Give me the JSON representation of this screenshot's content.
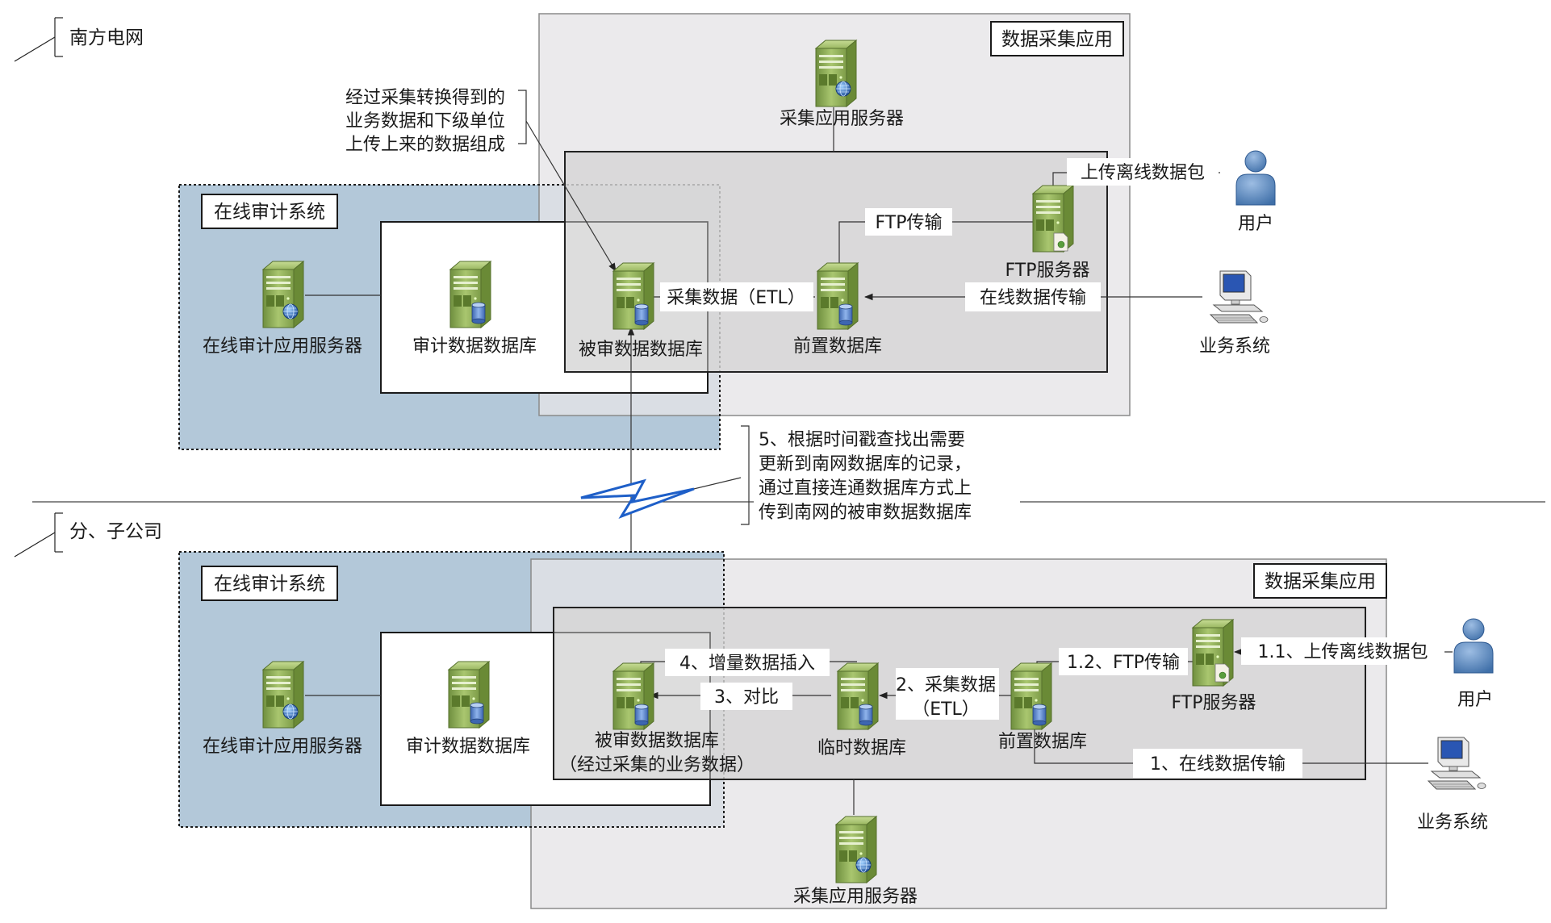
{
  "regions": {
    "top": "南方电网",
    "bottom": "分、子公司"
  },
  "colors": {
    "audit_bg": "#b3c8d9",
    "collect_bg": "#e8e6e8",
    "inner_bg": "#d6d6d6",
    "server_green": "#8fb05a",
    "person_blue": "#5b86b8",
    "lightning": "#1e5fc8"
  },
  "top": {
    "collect_app_title": "数据采集应用",
    "audit_sys_title": "在线审计系统",
    "collect_server": "采集应用服务器",
    "note_lines": [
      "经过采集转换得到的",
      "业务数据和下级单位",
      "上传上来的数据组成"
    ],
    "upload_label": "上传离线数据包",
    "user_label": "用户",
    "ftp_transfer": "FTP传输",
    "ftp_server": "FTP服务器",
    "online_transfer": "在线数据传输",
    "biz_system": "业务系统",
    "collect_etl": "采集数据（ETL）",
    "audit_app_server": "在线审计应用服务器",
    "audit_db": "审计数据数据库",
    "audited_db": "被审数据数据库",
    "front_db": "前置数据库"
  },
  "step5_lines": [
    "5、根据时间戳查找出需要",
    "更新到南网数据库的记录，",
    "通过直接连通数据库方式上",
    "传到南网的被审数据数据库"
  ],
  "bottom": {
    "collect_app_title": "数据采集应用",
    "audit_sys_title": "在线审计系统",
    "audit_app_server": "在线审计应用服务器",
    "audit_db": "审计数据数据库",
    "step4": "4、增量数据插入",
    "step3": "3、对比",
    "step2_line1": "2、采集数据",
    "step2_line2": "（ETL）",
    "step12": "1.2、FTP传输",
    "step11": "1.1、上传离线数据包",
    "ftp_server": "FTP服务器",
    "user_label": "用户",
    "audited_db_line1": "被审数据数据库",
    "audited_db_line2": "（经过采集的业务数据）",
    "temp_db": "临时数据库",
    "front_db": "前置数据库",
    "step1": "1、在线数据传输",
    "biz_system": "业务系统",
    "collect_server": "采集应用服务器"
  }
}
